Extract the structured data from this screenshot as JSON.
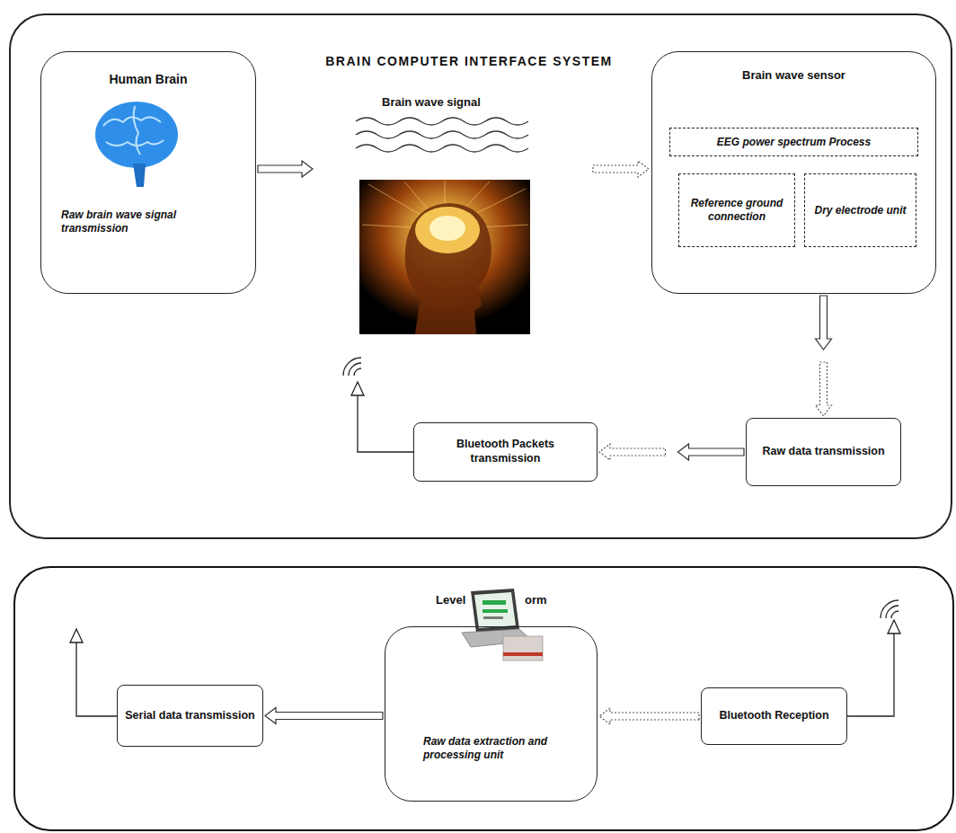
{
  "diagram": {
    "nodes": [
      {
        "text": [
          "BRAIN COMPUTER INTERFACE SYSTEM"
        ]
      },
      {
        "text": [
          "Human Brain",
          "Raw brain wave signal transmission"
        ],
        "in": 0
      },
      {
        "text": [
          "Brain wave sensor"
        ],
        "in": 0
      },
      {
        "text": [
          "EEG power spectrum Process"
        ],
        "in": 2
      },
      {
        "text": [
          "Reference ground connection"
        ],
        "in": 2
      },
      {
        "text": [
          "Dry electrode unit"
        ],
        "in": 2
      },
      {
        "text": [
          "Raw data transmission"
        ],
        "in": 0
      },
      {
        "text": [
          "Bluetooth Packets transmission"
        ],
        "in": 0
      },
      {
        "text": [
          "Level",
          "orm",
          "Raw data extraction and processing unit"
        ]
      },
      {
        "text": [
          "Serial data transmission"
        ]
      },
      {
        "text": [
          "Bluetooth Reception"
        ]
      }
    ],
    "edges": [
      {
        "from": 2,
        "to": 6,
        "arrow": "to"
      },
      {
        "from": 6,
        "to": 7,
        "arrow": "to"
      },
      {
        "from": 10,
        "to": 8,
        "arrow": "to"
      },
      {
        "from": 8,
        "to": 9,
        "arrow": "to"
      }
    ],
    "labels": [
      "Brain wave signal"
    ]
  }
}
